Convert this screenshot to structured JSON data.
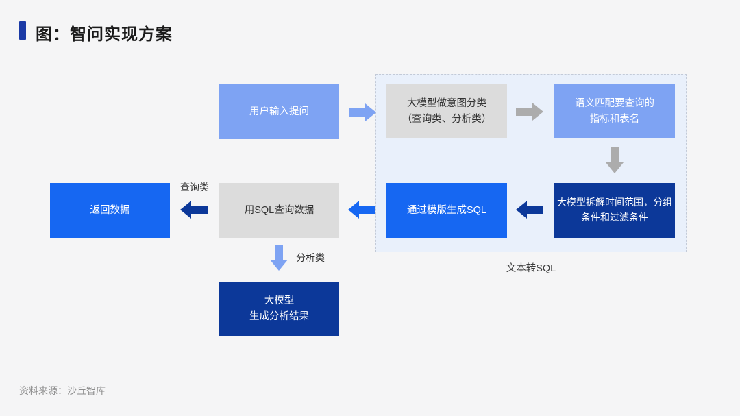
{
  "header": {
    "title": "图：智问实现方案"
  },
  "footer": {
    "source": "资料来源：沙丘智库"
  },
  "colors": {
    "page_bg": "#F5F5F6",
    "accent_bar": "#1B3AA6",
    "light_blue": "#7EA3F3",
    "bright_blue": "#1667F2",
    "dark_navy": "#0C3899",
    "gray_box": "#DCDCDC",
    "gray_arrow": "#ACACAC",
    "group_bg": "#E9F0FB"
  },
  "flowchart": {
    "group": {
      "label": "文本转SQL"
    },
    "nodes": [
      {
        "id": "user-input",
        "label": "用户输入提问"
      },
      {
        "id": "intent-classification",
        "label": "大模型做意图分类\n（查询类、分析类）"
      },
      {
        "id": "semantic-match",
        "label": "语义匹配要查询的\n指标和表名"
      },
      {
        "id": "decompose-conditions",
        "label": "大模型拆解时间范围，分组\n条件和过滤条件"
      },
      {
        "id": "generate-sql",
        "label": "通过模版生成SQL"
      },
      {
        "id": "query-data",
        "label": "用SQL查询数据"
      },
      {
        "id": "return-data",
        "label": "返回数据"
      },
      {
        "id": "analysis-result",
        "label": "大模型\n生成分析结果"
      }
    ],
    "branch_labels": {
      "query": "查询类",
      "analysis": "分析类"
    }
  }
}
